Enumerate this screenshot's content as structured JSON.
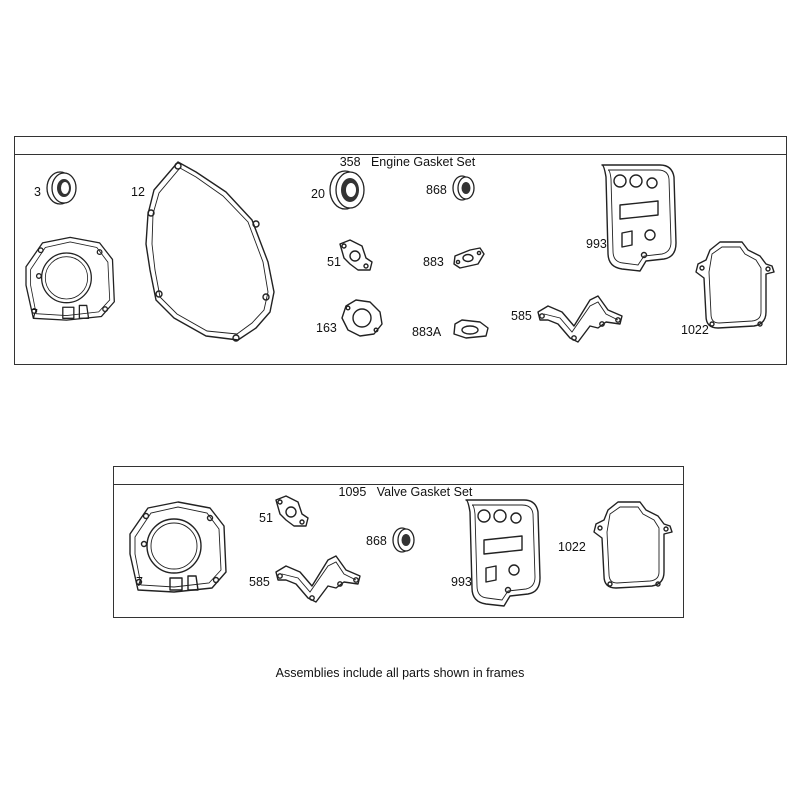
{
  "frames": {
    "engine": {
      "number": "358",
      "title": "Engine Gasket Set"
    },
    "valve": {
      "number": "1095",
      "title": "Valve Gasket Set"
    }
  },
  "engine_parts": {
    "p3": "3",
    "p12": "12",
    "p20": "20",
    "p868": "868",
    "p993": "993",
    "p7": "7",
    "p51": "51",
    "p883": "883",
    "p163": "163",
    "p883a": "883A",
    "p585": "585",
    "p1022": "1022"
  },
  "valve_parts": {
    "p51": "51",
    "p868": "868",
    "p1022": "1022",
    "p7": "7",
    "p585": "585",
    "p993": "993"
  },
  "footnote": "Assemblies include all parts shown in frames"
}
